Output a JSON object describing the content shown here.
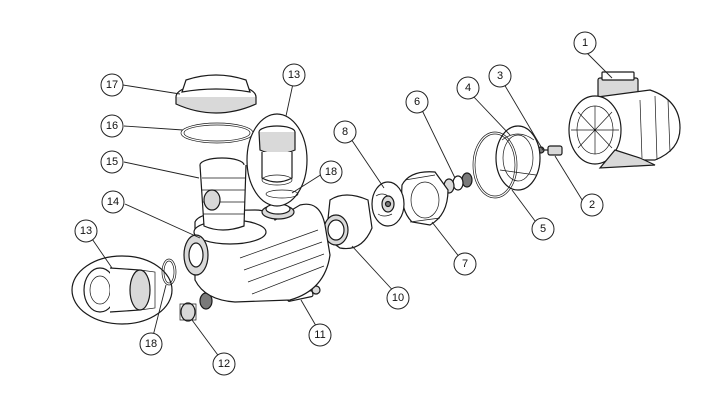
{
  "callouts": [
    {
      "id": "1",
      "label": "1"
    },
    {
      "id": "2",
      "label": "2"
    },
    {
      "id": "3",
      "label": "3"
    },
    {
      "id": "4",
      "label": "4"
    },
    {
      "id": "5",
      "label": "5"
    },
    {
      "id": "6",
      "label": "6"
    },
    {
      "id": "7",
      "label": "7"
    },
    {
      "id": "8",
      "label": "8"
    },
    {
      "id": "10",
      "label": "10"
    },
    {
      "id": "11",
      "label": "11"
    },
    {
      "id": "12",
      "label": "12"
    },
    {
      "id": "13a",
      "label": "13"
    },
    {
      "id": "13b",
      "label": "13"
    },
    {
      "id": "14",
      "label": "14"
    },
    {
      "id": "15",
      "label": "15"
    },
    {
      "id": "16",
      "label": "16"
    },
    {
      "id": "17",
      "label": "17"
    },
    {
      "id": "18a",
      "label": "18"
    },
    {
      "id": "18b",
      "label": "18"
    }
  ]
}
